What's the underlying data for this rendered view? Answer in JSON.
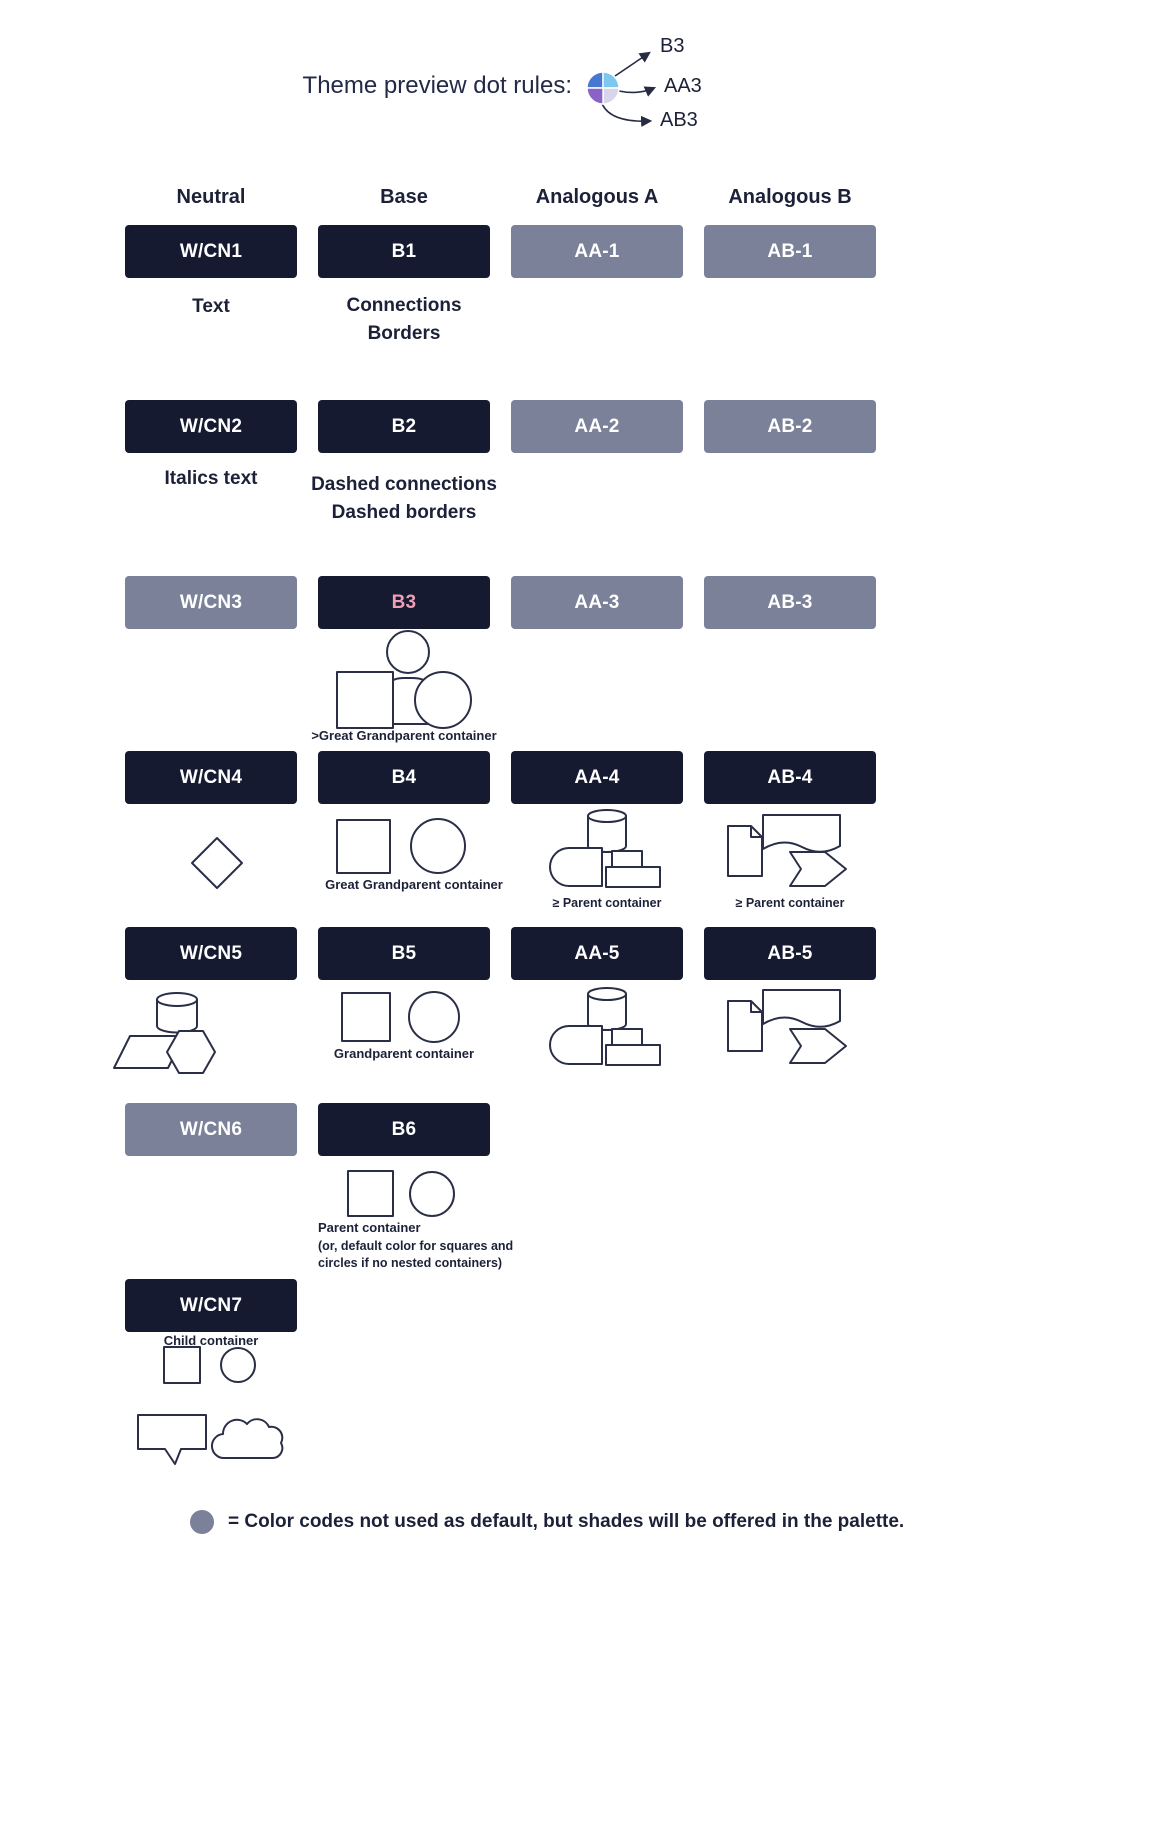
{
  "header": {
    "title": "Theme preview dot rules:",
    "dot_labels": {
      "b3": "B3",
      "aa3": "AA3",
      "ab3": "AB3"
    }
  },
  "columns": {
    "neutral": "Neutral",
    "base": "Base",
    "analogous_a": "Analogous A",
    "analogous_b": "Analogous B"
  },
  "pills": {
    "wcn1": "W/CN1",
    "b1": "B1",
    "aa1": "AA-1",
    "ab1": "AB-1",
    "wcn2": "W/CN2",
    "b2": "B2",
    "aa2": "AA-2",
    "ab2": "AB-2",
    "wcn3": "W/CN3",
    "b3": "B3",
    "aa3": "AA-3",
    "ab3": "AB-3",
    "wcn4": "W/CN4",
    "b4": "B4",
    "aa4": "AA-4",
    "ab4": "AB-4",
    "wcn5": "W/CN5",
    "b5": "B5",
    "aa5": "AA-5",
    "ab5": "AB-5",
    "wcn6": "W/CN6",
    "b6": "B6",
    "wcn7": "W/CN7"
  },
  "captions": {
    "text": "Text",
    "connections": "Connections",
    "borders": "Borders",
    "italics_text": "Italics text",
    "dashed_connections": "Dashed connections",
    "dashed_borders": "Dashed borders",
    "great_grandparent_gt": ">Great Grandparent container",
    "great_grandparent": "Great Grandparent container",
    "ge_parent_aa": "≥  Parent container",
    "ge_parent_ab": "≥ Parent container",
    "grandparent": "Grandparent container",
    "parent": "Parent container",
    "parent_note": "(or, default color for squares and circles if no nested containers)",
    "child": "Child container"
  },
  "footer": {
    "legend": "= Color codes not used as default, but shades will be offered in the palette."
  },
  "colors": {
    "dark_pill": "#151a31",
    "gray_pill": "#7a8198",
    "pink_text": "#ef9fb4",
    "outline": "#2a2f47"
  }
}
